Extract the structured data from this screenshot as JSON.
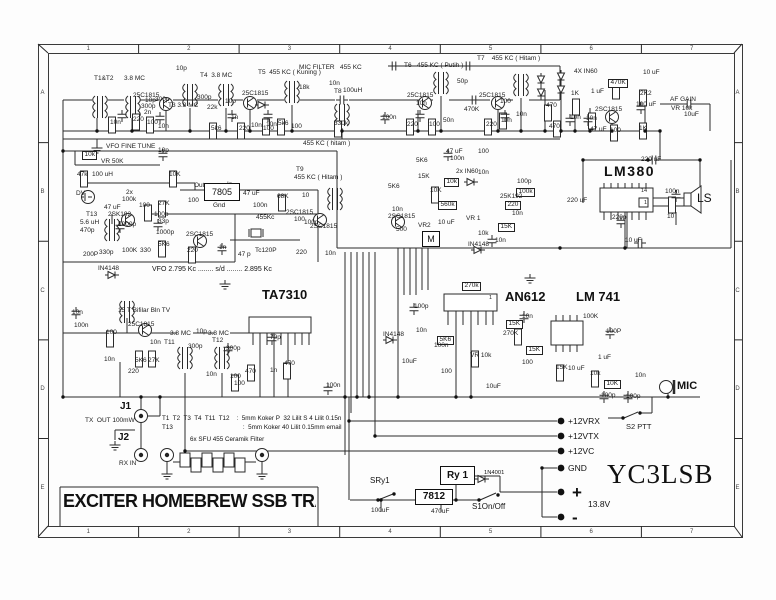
{
  "frame": {
    "columns": [
      "1",
      "2",
      "3",
      "4",
      "5",
      "6",
      "7"
    ],
    "rows": [
      "A",
      "B",
      "C",
      "D",
      "E"
    ]
  },
  "title_block": {
    "title": "EXCITER HOMEBREW SSB TRANSCEI",
    "callsign": "YC3LSB"
  },
  "ics": {
    "ta7310": "TA7310",
    "an612": "AN612",
    "lm741": "LM 741",
    "lm380": "LM380",
    "reg_tx": "7805",
    "reg_main": "7812",
    "relay": "Ry 1",
    "meter": "M"
  },
  "power": {
    "rails": [
      "+12VRX",
      "+12VTX",
      "+12VC",
      "GND"
    ],
    "plus": "+",
    "minus": "-",
    "voltage": "13.8V",
    "switch_label": "S1On/Off",
    "relay_switch": "SRy1",
    "diode": "1N4001"
  },
  "connectors": {
    "j1": "J1",
    "j1_label": "TX  OUT 100mW",
    "j2": "J2",
    "j2_label": "RX IN",
    "mic": "MIC",
    "speaker": "LS",
    "ptt": "S2 PTT"
  },
  "notes": {
    "coils1": "T1  T2  T3  T4  T11  T12    :  5mm Koker P  32 Lilit S 4 Lilit 0.15n",
    "coils2": "T13                                        :  5mm Koker 40 Lilit 0.15mm email",
    "filters": "6x SFU 455 Ceramik Filter",
    "vfo_range": "VFO 2.795 Kc ........ s/d ........ 2.895 Kc"
  },
  "labels": [
    [
      "T1&T2",
      94,
      76
    ],
    [
      "3.8 MC",
      124,
      76
    ],
    [
      "25C1815",
      133,
      93
    ],
    [
      "10p",
      145,
      98
    ],
    [
      "300p",
      141,
      104
    ],
    [
      "2n",
      144,
      110
    ],
    [
      "10n",
      110,
      120
    ],
    [
      "220",
      133,
      117
    ],
    [
      "100",
      147,
      120
    ],
    [
      "10n",
      158,
      124
    ],
    [
      "10p",
      176,
      66
    ],
    [
      "T3 3.8 MC",
      168,
      103
    ],
    [
      "300p",
      155,
      97
    ],
    [
      "300p",
      197,
      95
    ],
    [
      "22k",
      207,
      105
    ],
    [
      "10p",
      225,
      99
    ],
    [
      "1n",
      231,
      115
    ],
    [
      "5k6",
      211,
      126
    ],
    [
      "220",
      239,
      126
    ],
    [
      "10n",
      251,
      123
    ],
    [
      "100",
      263,
      126
    ],
    [
      "T4  3.8 MC",
      200,
      73
    ],
    [
      "T5  455 KC ( Kuning )",
      258,
      70
    ],
    [
      "25C1815",
      242,
      91
    ],
    [
      "10n",
      266,
      122
    ],
    [
      "5k6",
      278,
      121
    ],
    [
      "100",
      291,
      124
    ],
    [
      "MIC FILTER   455 KC",
      299,
      65
    ],
    [
      "18k",
      299,
      85
    ],
    [
      "10n",
      329,
      81
    ],
    [
      "T8",
      334,
      89
    ],
    [
      "100uH",
      343,
      88
    ],
    [
      "330k",
      334,
      121
    ],
    [
      "100n",
      382,
      115
    ],
    [
      "T6   455 KC ( Putih )",
      404,
      63
    ],
    [
      "25C1815",
      407,
      93
    ],
    [
      "10n",
      416,
      101
    ],
    [
      "50p",
      457,
      79
    ],
    [
      "220",
      407,
      122
    ],
    [
      "100",
      429,
      122
    ],
    [
      "50n",
      443,
      118
    ],
    [
      "470K",
      464,
      107
    ],
    [
      "T7    455 KC ( Hitam )",
      477,
      56
    ],
    [
      "25C1815",
      479,
      93
    ],
    [
      "100",
      500,
      99
    ],
    [
      "220",
      486,
      122
    ],
    [
      "10n",
      501,
      118
    ],
    [
      "10n",
      516,
      112
    ],
    [
      "455 KC ( hitam )",
      303,
      141
    ],
    [
      "4X IN60",
      574,
      69
    ],
    [
      "470",
      546,
      103
    ],
    [
      "470",
      549,
      124
    ],
    [
      "1K",
      571,
      91
    ],
    [
      "10n",
      570,
      115
    ],
    [
      "10n",
      586,
      116
    ],
    [
      "1 uF",
      591,
      89
    ],
    [
      "2SC1815",
      595,
      107
    ],
    [
      "470K",
      608,
      79,
      "box"
    ],
    [
      "2K2",
      640,
      91
    ],
    [
      "100 uF",
      636,
      102
    ],
    [
      "47 uF",
      590,
      127
    ],
    [
      "100",
      610,
      128
    ],
    [
      "1K",
      639,
      126
    ],
    [
      "10 uF",
      643,
      70
    ],
    [
      "AF GAIN",
      670,
      97
    ],
    [
      "VR 10k",
      671,
      106
    ],
    [
      "10uF",
      684,
      112
    ],
    [
      "220 uF",
      641,
      157
    ],
    [
      "100n",
      665,
      189
    ],
    [
      "10",
      667,
      214
    ],
    [
      "220 uF",
      567,
      198
    ],
    [
      "220p",
      612,
      215
    ],
    [
      "10 uF",
      625,
      238
    ],
    [
      "14",
      641,
      189,
      "sm"
    ],
    [
      "1",
      644,
      201,
      "sm"
    ],
    [
      "VFO FINE TUNE",
      106,
      144
    ],
    [
      "10k",
      82,
      151,
      "box"
    ],
    [
      "VR 50K",
      101,
      159
    ],
    [
      "47k",
      77,
      172
    ],
    [
      "100 uH",
      92,
      172
    ],
    [
      "10p",
      158,
      148
    ],
    [
      "10K",
      169,
      172
    ],
    [
      "DV",
      76,
      191
    ],
    [
      "2x",
      126,
      190
    ],
    [
      "100k",
      122,
      197
    ],
    [
      "47 uF",
      104,
      205
    ],
    [
      "100",
      139,
      203
    ],
    [
      "T13",
      86,
      212
    ],
    [
      "2SK192",
      108,
      212
    ],
    [
      "5.6 uH",
      80,
      220
    ],
    [
      "470p",
      80,
      228
    ],
    [
      "1000p",
      118,
      222
    ],
    [
      "200P",
      83,
      252
    ],
    [
      "330p",
      99,
      250
    ],
    [
      "100K",
      122,
      248
    ],
    [
      "330",
      140,
      248
    ],
    [
      "27K",
      158,
      201
    ],
    [
      "100p",
      154,
      212
    ],
    [
      "33p",
      158,
      219
    ],
    [
      "1000p",
      156,
      230
    ],
    [
      "5K6",
      158,
      242
    ],
    [
      "100",
      188,
      198
    ],
    [
      "Out",
      194,
      183
    ],
    [
      "In",
      227,
      182
    ],
    [
      "Gnd",
      213,
      203
    ],
    [
      "47 uF",
      243,
      191
    ],
    [
      "100n",
      253,
      203
    ],
    [
      "68K",
      277,
      194
    ],
    [
      "2SC1815",
      186,
      232
    ],
    [
      "220",
      187,
      248
    ],
    [
      "1n",
      219,
      245
    ],
    [
      "455Kc",
      256,
      215
    ],
    [
      "47 p",
      238,
      252
    ],
    [
      "Tc1",
      255,
      248
    ],
    [
      "20P",
      265,
      248
    ],
    [
      "IN4148",
      98,
      266
    ],
    [
      "10n",
      72,
      310
    ],
    [
      "100n",
      74,
      323
    ],
    [
      "15 T Bifilar Bln TV",
      118,
      308
    ],
    [
      "25C1815",
      128,
      322
    ],
    [
      "100",
      106,
      330
    ],
    [
      "10n",
      104,
      357
    ],
    [
      "220",
      128,
      369
    ],
    [
      "5K6",
      135,
      358
    ],
    [
      "27K",
      148,
      358
    ],
    [
      "10n",
      150,
      340
    ],
    [
      "T11",
      164,
      340
    ],
    [
      "3.8 MC",
      170,
      331
    ],
    [
      "10p",
      196,
      329
    ],
    [
      "3.8 MC",
      208,
      331
    ],
    [
      "T12",
      212,
      338
    ],
    [
      "300p",
      188,
      344
    ],
    [
      "300p",
      226,
      346
    ],
    [
      "10n",
      206,
      372
    ],
    [
      "100",
      230,
      374
    ],
    [
      "470",
      245,
      369
    ],
    [
      "470",
      284,
      361
    ],
    [
      "1n",
      270,
      368
    ],
    [
      "70p",
      270,
      335
    ],
    [
      "100",
      234,
      381
    ],
    [
      "100n",
      326,
      383
    ],
    [
      "T9",
      296,
      167
    ],
    [
      "455 KC ( Hitam )",
      294,
      175
    ],
    [
      "10",
      302,
      193
    ],
    [
      "2SC1815",
      286,
      210
    ],
    [
      "100",
      294,
      217
    ],
    [
      "100p",
      304,
      220
    ],
    [
      "2SC1815",
      310,
      224
    ],
    [
      "220",
      296,
      250
    ],
    [
      "10n",
      325,
      251
    ],
    [
      "5K6",
      388,
      184
    ],
    [
      "15K",
      418,
      174
    ],
    [
      "10k",
      444,
      178,
      "box"
    ],
    [
      "10K",
      430,
      188
    ],
    [
      "560k",
      438,
      201,
      "box"
    ],
    [
      "10n",
      392,
      207
    ],
    [
      "2SC1815",
      388,
      214
    ],
    [
      "500",
      396,
      227
    ],
    [
      "VR2",
      418,
      223
    ],
    [
      "10 uF",
      438,
      220
    ],
    [
      "VR 1",
      466,
      216
    ],
    [
      "IN4148",
      468,
      242
    ],
    [
      "10k",
      478,
      231
    ],
    [
      "10n",
      495,
      238
    ],
    [
      "15K",
      498,
      223,
      "box"
    ],
    [
      "2x IN60",
      456,
      169
    ],
    [
      "10n",
      478,
      170
    ],
    [
      "47 uF",
      446,
      149
    ],
    [
      "100n",
      450,
      156
    ],
    [
      "100",
      478,
      149
    ],
    [
      "5K6",
      416,
      158
    ],
    [
      "100p",
      517,
      179
    ],
    [
      "100k",
      516,
      188,
      "box"
    ],
    [
      "25K192",
      500,
      194
    ],
    [
      "220",
      505,
      201,
      "box"
    ],
    [
      "10n",
      512,
      211
    ],
    [
      "270k",
      462,
      282,
      "box"
    ],
    [
      "1",
      489,
      296,
      "sm"
    ],
    [
      "IN4148",
      383,
      332
    ],
    [
      "100p",
      414,
      304
    ],
    [
      "10n",
      416,
      328
    ],
    [
      "5K6",
      437,
      336,
      "box"
    ],
    [
      "100n",
      434,
      343
    ],
    [
      "10uF",
      402,
      359
    ],
    [
      "100",
      441,
      369
    ],
    [
      "VR 10k",
      470,
      353
    ],
    [
      "15K",
      506,
      320,
      "box"
    ],
    [
      "10n",
      522,
      314
    ],
    [
      "270K",
      503,
      331
    ],
    [
      "15K",
      526,
      346,
      "box"
    ],
    [
      "100",
      522,
      360
    ],
    [
      "100K",
      583,
      314
    ],
    [
      "100P",
      606,
      329
    ],
    [
      "1 uF",
      598,
      355
    ],
    [
      "15K",
      556,
      365
    ],
    [
      "10 uF",
      568,
      366
    ],
    [
      "10k",
      590,
      371
    ],
    [
      "10K",
      604,
      380,
      "box"
    ],
    [
      "10n",
      635,
      373
    ],
    [
      "100p",
      601,
      393
    ],
    [
      "100p",
      626,
      394
    ],
    [
      "10uF",
      486,
      384
    ],
    [
      "100uF",
      371,
      508
    ],
    [
      "470uF",
      431,
      509
    ]
  ]
}
